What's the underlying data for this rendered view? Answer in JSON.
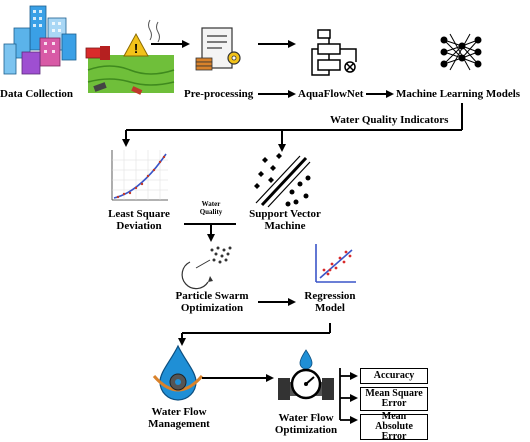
{
  "stages": {
    "data_collection": "Data Collection",
    "preprocessing": "Pre-processing",
    "aquaflownet": "AquaFlowNet",
    "ml_models": "Machine Learning Models"
  },
  "indicators_label": "Water Quality Indicators",
  "methods": {
    "lsd_line1": "Least Square",
    "lsd_line2": "Deviation",
    "svm_line1": "Support Vector",
    "svm_line2": "Machine",
    "wq_line1": "Water",
    "wq_line2": "Quality",
    "pso_line1": "Particle Swarm",
    "pso_line2": "Optimization",
    "reg_line1": "Regression",
    "reg_line2": "Model"
  },
  "outputs": {
    "wfm_line1": "Water Flow",
    "wfm_line2": "Management",
    "wfo_line1": "Water Flow",
    "wfo_line2": "Optimization"
  },
  "metrics": [
    "Accuracy",
    "Mean Square Error",
    "Mean Absolute Error"
  ],
  "colors": {
    "arrow": "#000000",
    "water_blue": "#1f8fd6",
    "building_blue": "#3aa0e6",
    "building_pink": "#d85aa6",
    "toxic_green": "#6fbf3a",
    "warning_yellow": "#f2c21a",
    "svm_red": "#d92b2b"
  }
}
